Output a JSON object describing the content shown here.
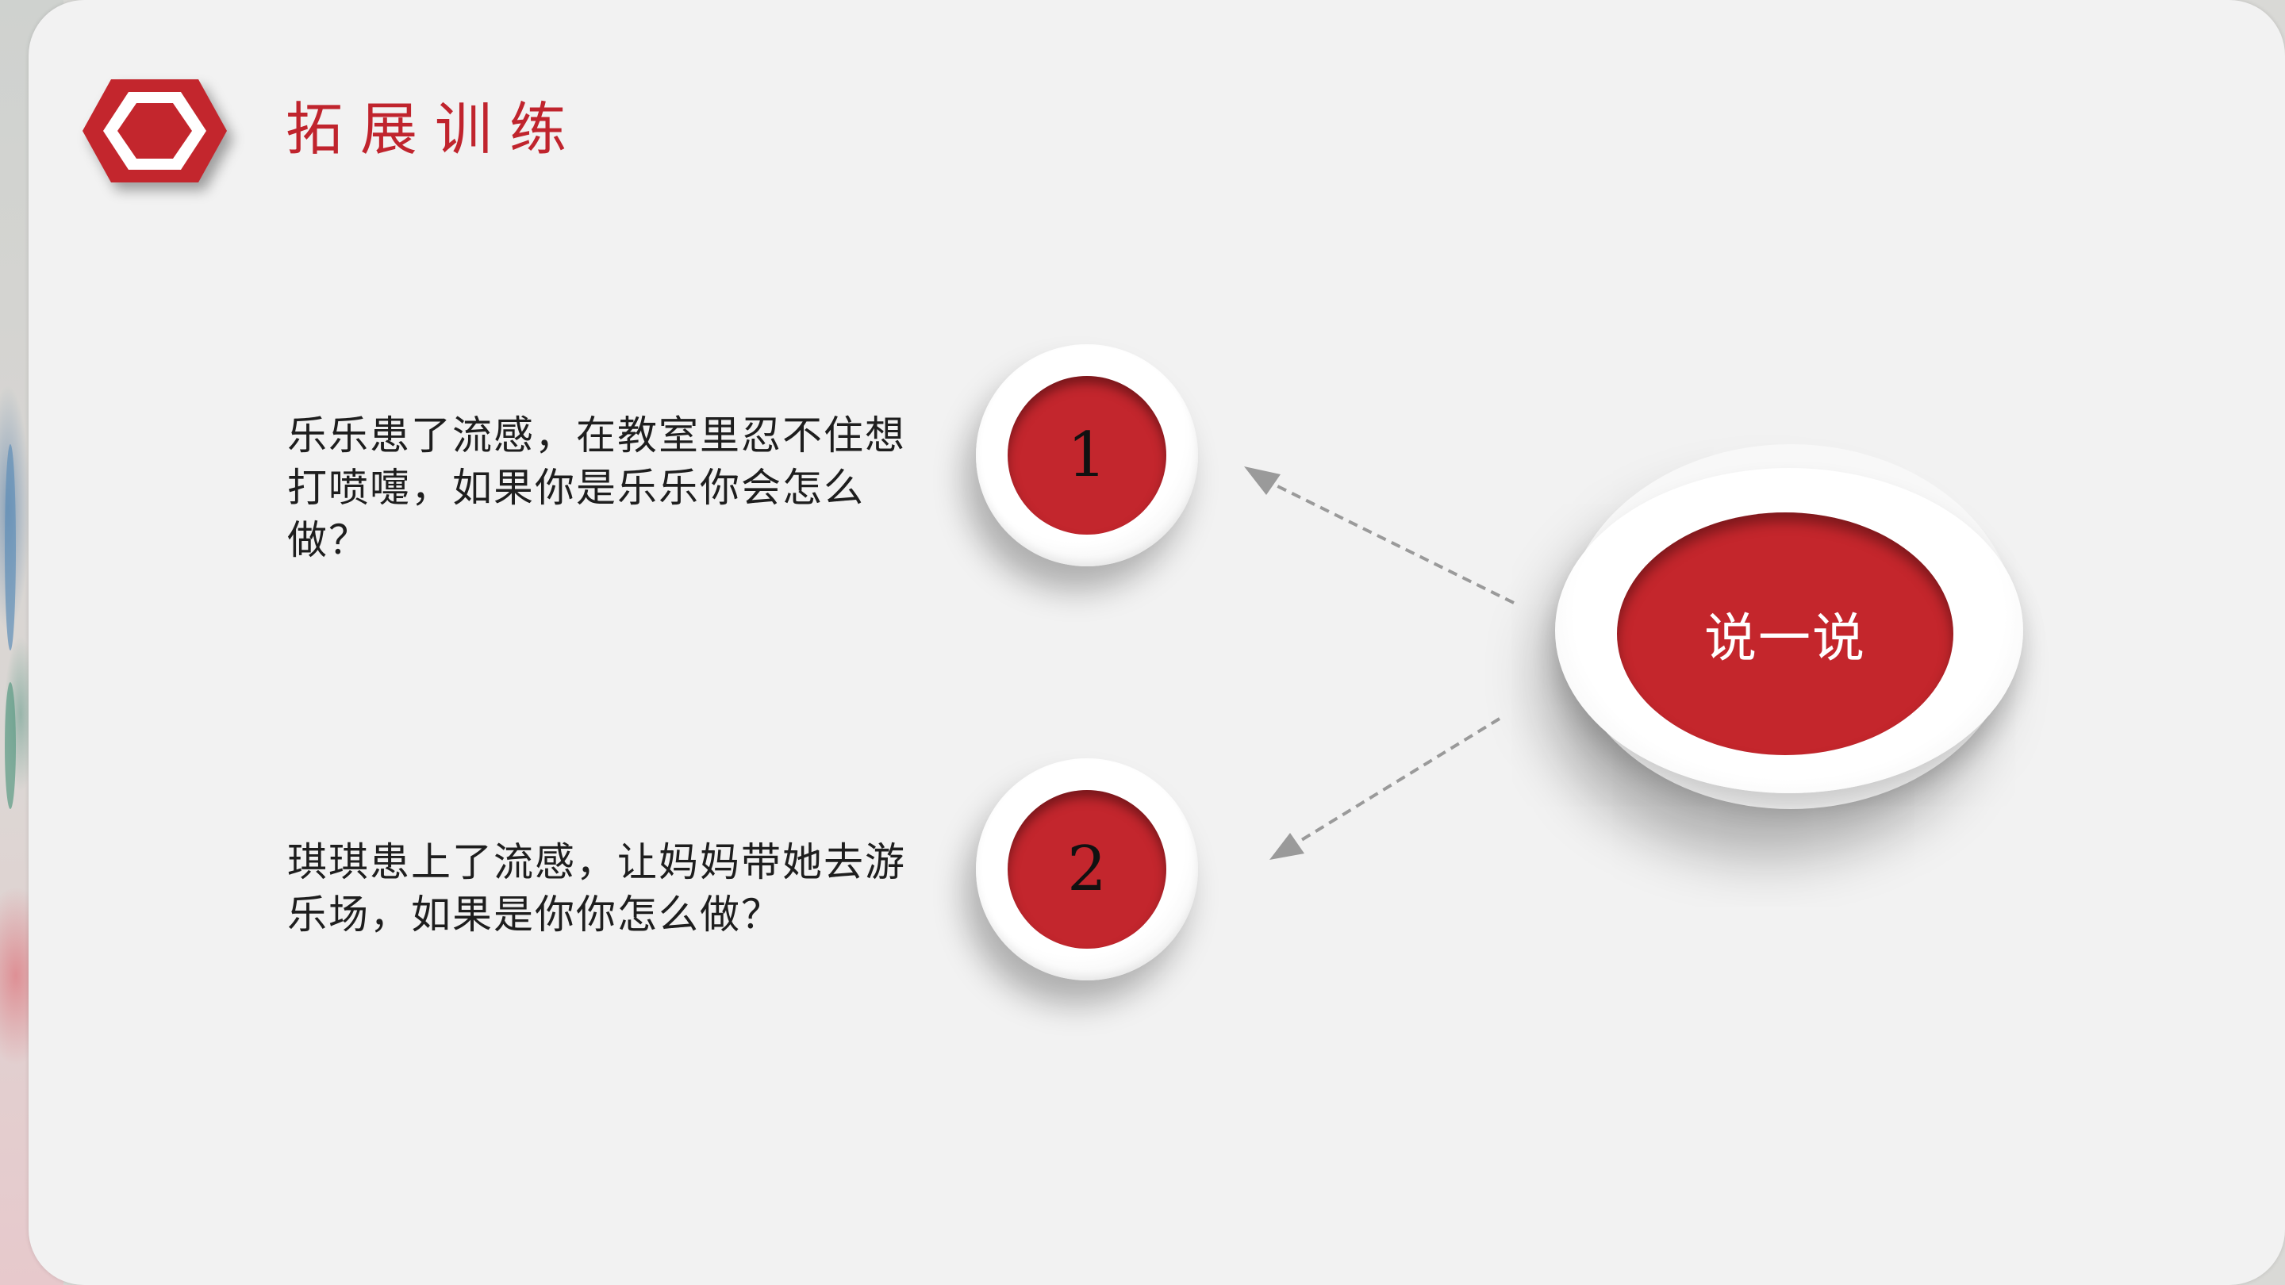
{
  "slide": {
    "title": "拓展训练",
    "questions": [
      {
        "number": "1",
        "text": "乐乐患了流感，在教室里忍不住想打喷嚏，如果你是乐乐你会怎么做？"
      },
      {
        "number": "2",
        "text": "琪琪患上了流感，让妈妈带她去游乐场，如果是你你怎么做？"
      }
    ],
    "center_button": {
      "label": "说一说"
    }
  },
  "colors": {
    "accent": "#c0242d",
    "background": "#f2f2f2",
    "arrow": "#9a9a9a"
  },
  "icons": {
    "badge": "hexagon-icon"
  }
}
